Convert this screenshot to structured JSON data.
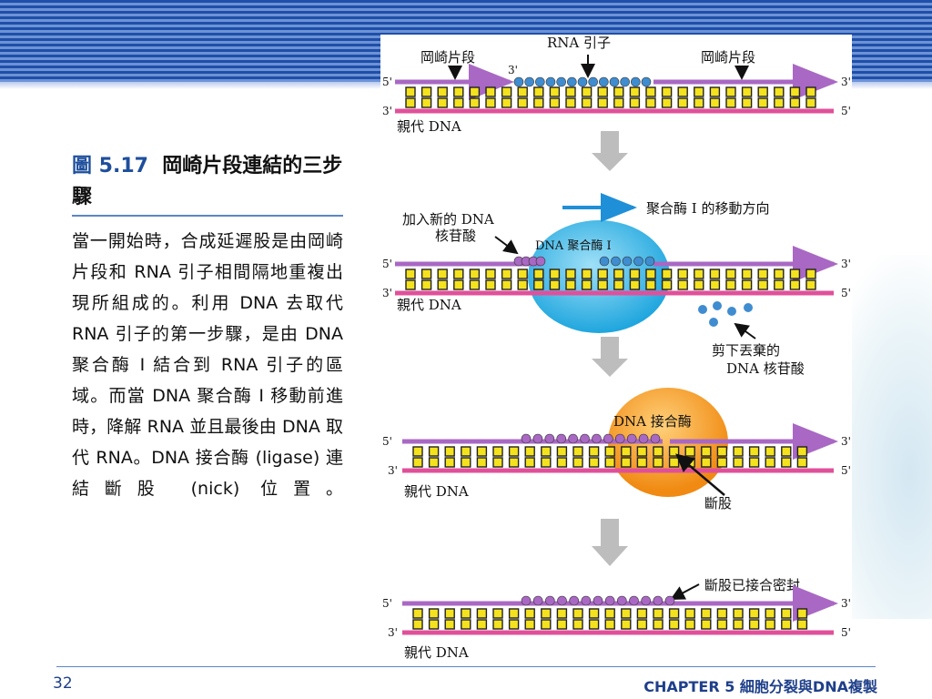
{
  "figure": {
    "number": "圖 5.17",
    "title": "岡崎片段連結的三步驟",
    "description": "當一開始時，合成延遲股是由岡崎片段和 RNA 引子相間隔地重複出現所組成的。利用 DNA 去取代 RNA 引子的第一步驟，是由 DNA 聚合酶 I 結合到 RNA 引子的區域。而當 DNA 聚合酶 I 移動前進時，降解 RNA 並且最後由 DNA 取代 RNA。DNA 接合酶 (ligase) 連結斷股 (nick) 位置。"
  },
  "diagram": {
    "step1": {
      "okazaki_left": "岡崎片段",
      "rna_primer": "RNA 引子",
      "okazaki_right": "岡崎片段",
      "parent": "親代 DNA",
      "end5_top": "5'",
      "end3_top": "3'",
      "end3_bottom": "3'",
      "end5_bottom": "5'",
      "primer3": "3'"
    },
    "step2": {
      "add_nucleotides_1": "加入新的 DNA",
      "add_nucleotides_2": "核苷酸",
      "enzyme": "DNA 聚合酶 I",
      "direction": "聚合酶 I 的移動方向",
      "discarded_1": "剪下丟棄的",
      "discarded_2": "DNA 核苷酸",
      "parent": "親代 DNA",
      "end5_top": "5'",
      "end3_top": "3'",
      "end3_bottom": "3'",
      "end5_bottom": "5'"
    },
    "step3": {
      "enzyme": "DNA 接合酶",
      "nick": "斷股",
      "parent": "親代 DNA",
      "end5_top": "5'",
      "end3_top": "3'",
      "end3_bottom": "3'",
      "end5_bottom": "5'"
    },
    "step4": {
      "sealed": "斷股已接合密封",
      "parent": "親代 DNA",
      "end5_top": "5'",
      "end3_top": "3'",
      "end3_bottom": "3'",
      "end5_bottom": "5'"
    },
    "colors": {
      "new_strand": "#a968c4",
      "parent_strand": "#e0509a",
      "base": "#f4e21f",
      "primer": "#3f8dd0",
      "dna_pol": "#3cb6e6",
      "ligase": "#f39a25",
      "step_arrow": "#bdbdbd"
    }
  },
  "footer": {
    "page": "32",
    "chapter": "CHAPTER 5 細胞分裂與DNA複製"
  }
}
